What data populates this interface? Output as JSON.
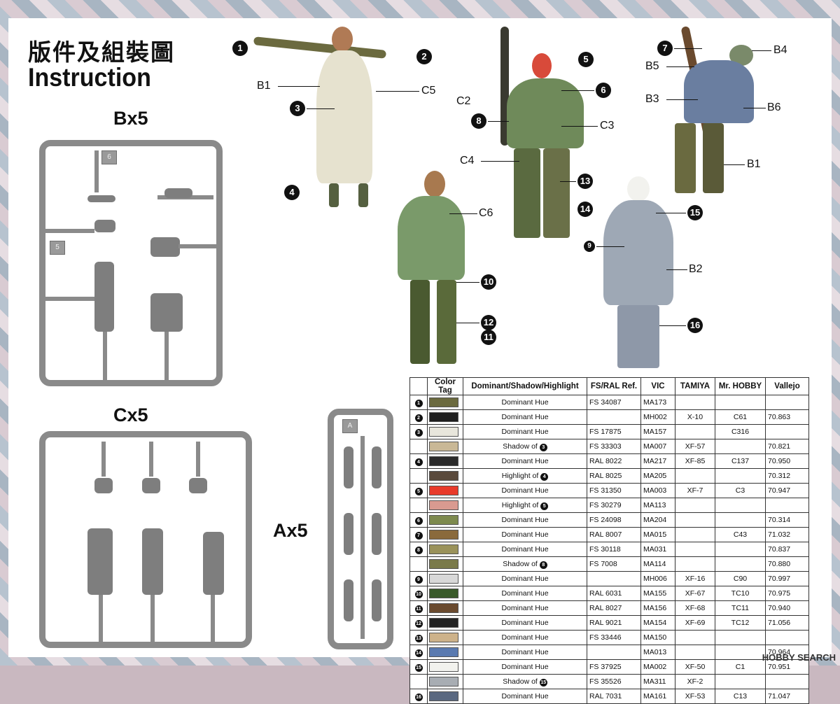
{
  "header": {
    "title_cn": "版件及組裝圖",
    "title_en": "Instruction"
  },
  "sprues": {
    "b_label": "Bx5",
    "c_label": "Cx5",
    "a_label": "Ax5",
    "b_tags": [
      "6",
      "5"
    ],
    "a_tag": "A"
  },
  "callouts": {
    "n1": "1",
    "n2": "2",
    "n3": "3",
    "n4": "4",
    "n5": "5",
    "n6": "6",
    "n7": "7",
    "n8": "8",
    "n9": "9",
    "n10": "10",
    "n11": "11",
    "n12": "12",
    "n13": "13",
    "n14": "14",
    "n15": "15",
    "n16": "16",
    "B1": "B1",
    "B1b": "B1",
    "B2": "B2",
    "B3": "B3",
    "B4": "B4",
    "B5": "B5",
    "B6": "B6",
    "C2": "C2",
    "C3": "C3",
    "C4": "C4",
    "C5": "C5",
    "C6": "C6"
  },
  "table": {
    "headers": [
      "",
      "Color Tag",
      "Dominant/Shadow/Highlight",
      "FS/RAL Ref.",
      "VIC",
      "TAMIYA",
      "Mr. HOBBY",
      "Vallejo"
    ],
    "rows": [
      {
        "num": "1",
        "color": "#6b6a3f",
        "hue": "Dominant  Hue",
        "ref": "FS 34087",
        "vic": "MA173",
        "tamiya": "",
        "mrhobby": "",
        "vallejo": ""
      },
      {
        "num": "2",
        "color": "#1e1e1e",
        "hue": "Dominant  Hue",
        "ref": "",
        "vic": "MH002",
        "tamiya": "X-10",
        "mrhobby": "C61",
        "vallejo": "70.863"
      },
      {
        "num": "3",
        "color": "#e8e6dc",
        "hue": "Dominant  Hue",
        "ref": "FS 17875",
        "vic": "MA157",
        "tamiya": "",
        "mrhobby": "C316",
        "vallejo": ""
      },
      {
        "num": "",
        "color": "#c9b896",
        "hue": "Shadow of ",
        "hue_ref": "3",
        "ref": "FS 33303",
        "vic": "MA007",
        "tamiya": "XF-57",
        "mrhobby": "",
        "vallejo": "70.821"
      },
      {
        "num": "4",
        "color": "#2a2a2a",
        "hue": "Dominant  Hue",
        "ref": "RAL 8022",
        "vic": "MA217",
        "tamiya": "XF-85",
        "mrhobby": "C137",
        "vallejo": "70.950"
      },
      {
        "num": "",
        "color": "#5a4a3c",
        "hue": "Highlight of ",
        "hue_ref": "4",
        "ref": "RAL 8025",
        "vic": "MA205",
        "tamiya": "",
        "mrhobby": "",
        "vallejo": "70.312"
      },
      {
        "num": "5",
        "color": "#e83a2a",
        "hue": "Dominant  Hue",
        "ref": "FS 31350",
        "vic": "MA003",
        "tamiya": "XF-7",
        "mrhobby": "C3",
        "vallejo": "70.947"
      },
      {
        "num": "",
        "color": "#d99a90",
        "hue": "Highlight of ",
        "hue_ref": "5",
        "ref": "FS 30279",
        "vic": "MA113",
        "tamiya": "",
        "mrhobby": "",
        "vallejo": ""
      },
      {
        "num": "6",
        "color": "#7d8a4e",
        "hue": "Dominant  Hue",
        "ref": "FS 24098",
        "vic": "MA204",
        "tamiya": "",
        "mrhobby": "",
        "vallejo": "70.314"
      },
      {
        "num": "7",
        "color": "#8a6a3c",
        "hue": "Dominant  Hue",
        "ref": "RAL 8007",
        "vic": "MA015",
        "tamiya": "",
        "mrhobby": "C43",
        "vallejo": "71.032"
      },
      {
        "num": "8",
        "color": "#9a925a",
        "hue": "Dominant  Hue",
        "ref": "FS 30118",
        "vic": "MA031",
        "tamiya": "",
        "mrhobby": "",
        "vallejo": "70.837"
      },
      {
        "num": "",
        "color": "#7a7a4a",
        "hue": "Shadow of ",
        "hue_ref": "8",
        "ref": "FS 7008",
        "vic": "MA114",
        "tamiya": "",
        "mrhobby": "",
        "vallejo": "70.880"
      },
      {
        "num": "9",
        "color": "#d8d8d8",
        "hue": "Dominant  Hue",
        "ref": "",
        "vic": "MH006",
        "tamiya": "XF-16",
        "mrhobby": "C90",
        "vallejo": "70.997"
      },
      {
        "num": "10",
        "color": "#3a5a2a",
        "hue": "Dominant  Hue",
        "ref": "RAL 6031",
        "vic": "MA155",
        "tamiya": "XF-67",
        "mrhobby": "TC10",
        "vallejo": "70.975"
      },
      {
        "num": "11",
        "color": "#6a4a2e",
        "hue": "Dominant  Hue",
        "ref": "RAL 8027",
        "vic": "MA156",
        "tamiya": "XF-68",
        "mrhobby": "TC11",
        "vallejo": "70.940"
      },
      {
        "num": "12",
        "color": "#222222",
        "hue": "Dominant  Hue",
        "ref": "RAL 9021",
        "vic": "MA154",
        "tamiya": "XF-69",
        "mrhobby": "TC12",
        "vallejo": "71.056"
      },
      {
        "num": "13",
        "color": "#cdb28a",
        "hue": "Dominant  Hue",
        "ref": "FS 33446",
        "vic": "MA150",
        "tamiya": "",
        "mrhobby": "",
        "vallejo": ""
      },
      {
        "num": "14",
        "color": "#5a7ab0",
        "hue": "Dominant  Hue",
        "ref": "",
        "vic": "MA013",
        "tamiya": "",
        "mrhobby": "",
        "vallejo": "70.964"
      },
      {
        "num": "15",
        "color": "#f2f2ee",
        "hue": "Dominant  Hue",
        "ref": "FS 37925",
        "vic": "MA002",
        "tamiya": "XF-50",
        "mrhobby": "C1",
        "vallejo": "70.951"
      },
      {
        "num": "",
        "color": "#a8adb3",
        "hue": "Shadow of ",
        "hue_ref": "15",
        "ref": "FS 35526",
        "vic": "MA311",
        "tamiya": "XF-2",
        "mrhobby": "",
        "vallejo": ""
      },
      {
        "num": "16",
        "color": "#5a6880",
        "hue": "Dominant  Hue",
        "ref": "RAL 7031",
        "vic": "MA161",
        "tamiya": "XF-53",
        "mrhobby": "C13",
        "vallejo": "71.047"
      }
    ]
  },
  "watermark": "HOBBY SEARCH"
}
